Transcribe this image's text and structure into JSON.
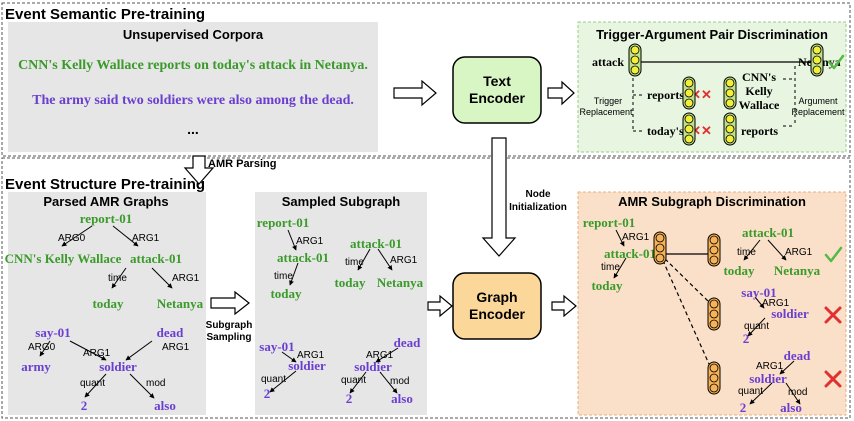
{
  "colors": {
    "green": "#3a9a2a",
    "purple": "#6a3fd0",
    "gray_panel": "#e6e6e6",
    "green_panel": "#e7f5e1",
    "orange_panel": "#fae0c9",
    "encoder_green": "#d8f5c4",
    "encoder_orange": "#fcd79a",
    "node_orange": "#f6b257",
    "node_yellow": "#f2ef3a",
    "node_green": "#bfe08a",
    "check_green": "#55b945",
    "cross_red": "#e03030"
  },
  "sections": {
    "semantic_title": "Event Semantic Pre-training",
    "structure_title": "Event Structure Pre-training"
  },
  "corpora": {
    "title": "Unsupervised Corpora",
    "sentence1": "CNN's Kelly Wallace reports on today's attack in Netanya.",
    "sentence2": "The army said two soldiers were also among the dead.",
    "ellipsis": "..."
  },
  "encoders": {
    "text_line1": "Text",
    "text_line2": "Encoder",
    "graph_line1": "Graph",
    "graph_line2": "Encoder"
  },
  "arrows": {
    "amr_parsing": "AMR Parsing",
    "subgraph_sampling_1": "Subgraph",
    "subgraph_sampling_2": "Sampling",
    "node_init_1": "Node",
    "node_init_2": "Initialization"
  },
  "tapd": {
    "title": "Trigger-Argument Pair Discrimination",
    "attack": "attack",
    "netanya": "Netanya",
    "reports": "reports",
    "todays": "today's",
    "cnn1": "CNN's",
    "cnn2": "Kelly",
    "cnn3": "Wallace",
    "reports2": "reports",
    "trig1": "Trigger",
    "trig2": "Replacement",
    "arg1": "Argument",
    "arg2": "Replacement"
  },
  "parsed": {
    "title": "Parsed AMR Graphs",
    "report": "report-01",
    "arg0": "ARG0",
    "arg1": "ARG1",
    "cnn": "CNN's Kelly Wallace",
    "attack": "attack-01",
    "time": "time",
    "today": "today",
    "netanya": "Netanya",
    "say": "say-01",
    "dead": "dead",
    "army": "army",
    "soldier": "soldier",
    "quant": "quant",
    "mod": "mod",
    "two": "2",
    "also": "also"
  },
  "sampled": {
    "title": "Sampled Subgraph",
    "report": "report-01",
    "arg1": "ARG1",
    "attack": "attack-01",
    "time": "time",
    "today": "today",
    "netanya": "Netanya",
    "say": "say-01",
    "soldier": "soldier",
    "quant": "quant",
    "mod": "mod",
    "dead": "dead",
    "two": "2",
    "also": "also"
  },
  "amr_disc": {
    "title": "AMR Subgraph Discrimination",
    "report": "report-01",
    "arg1": "ARG1",
    "attack": "attack-01",
    "time": "time",
    "today": "today",
    "netanya": "Netanya",
    "say": "say-01",
    "soldier": "soldier",
    "quant": "quant",
    "mod": "mod",
    "dead": "dead",
    "two": "2",
    "also": "also"
  },
  "icons": {
    "check": "check-icon",
    "cross": "cross-icon",
    "arrow": "hollow-arrow-icon"
  }
}
